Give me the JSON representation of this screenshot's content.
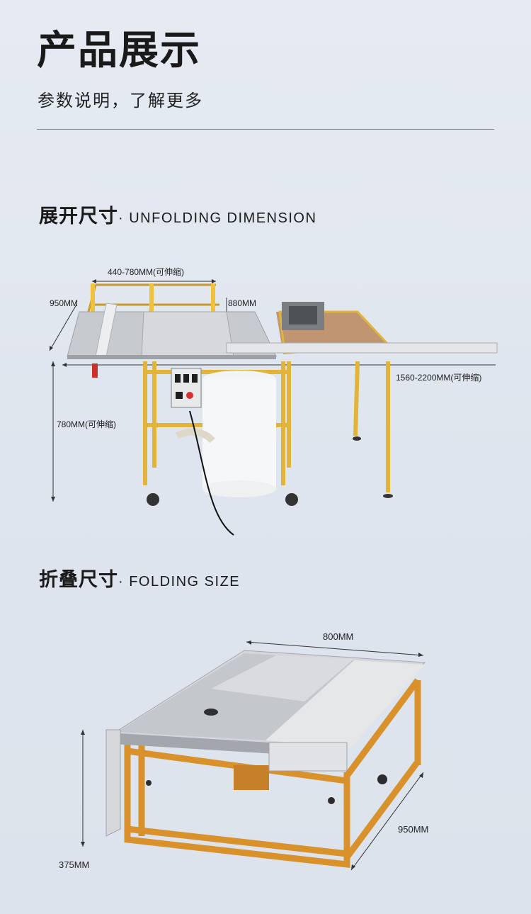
{
  "header": {
    "title": "产品展示",
    "subtitle": "参数说明，了解更多"
  },
  "unfolding": {
    "heading_cn": "展开尺寸",
    "heading_en": "· UNFOLDING DIMENSION",
    "dims": {
      "top": "440-780MM(可伸缩)",
      "left_depth": "950MM",
      "depth2": "880MM",
      "width": "1560-2200MM(可伸缩)",
      "height": "780MM(可伸缩)"
    }
  },
  "folding": {
    "heading_cn": "折叠尺寸",
    "heading_en": "· FOLDING SIZE",
    "dims": {
      "width": "800MM",
      "depth": "950MM",
      "height": "375MM"
    }
  },
  "colors": {
    "frame_yellow": "#e2b43a",
    "frame_orange": "#d9912c",
    "table_silver": "#c9ccd0"
  }
}
